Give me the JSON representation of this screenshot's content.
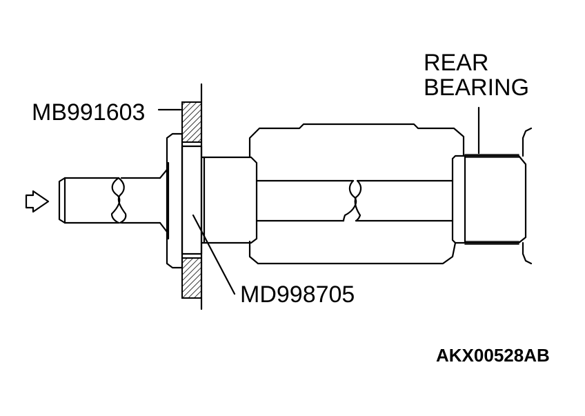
{
  "labels": {
    "special_tool_plate": "MB991603",
    "special_tool_installer": "MD998705",
    "rear_bearing_line1": "REAR",
    "rear_bearing_line2": "BEARING",
    "figure_code": "AKX00528AB"
  },
  "colors": {
    "ink": "#000000",
    "paper": "#ffffff"
  },
  "icons": {
    "press_direction": "hollow-arrow-right-icon"
  }
}
